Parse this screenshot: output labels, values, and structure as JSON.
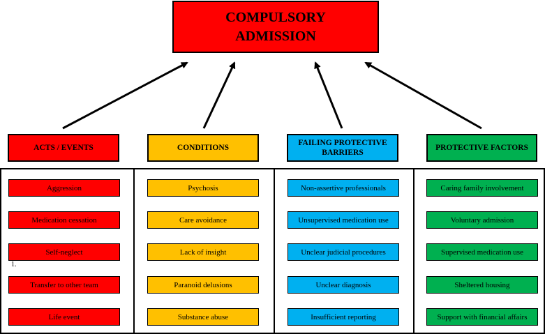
{
  "title": {
    "line1": "COMPULSORY",
    "line2": "ADMISSION"
  },
  "colors": {
    "red": "#ff0000",
    "amber": "#ffc000",
    "blue": "#00b0f0",
    "green": "#00b050"
  },
  "columns": [
    {
      "header": "ACTS / EVENTS",
      "color": "#ff0000",
      "items": [
        "Aggression",
        "Medication cessation",
        "Self-neglect",
        "Transfer to other team",
        "Life event"
      ]
    },
    {
      "header": "CONDITIONS",
      "color": "#ffc000",
      "items": [
        "Psychosis",
        "Care avoidance",
        "Lack of insight",
        "Paranoid delusions",
        "Substance abuse"
      ]
    },
    {
      "header": "FAILING PROTECTIVE BARRIERS",
      "color": "#00b0f0",
      "items": [
        "Non-assertive professionals",
        "Unsupervised medication use",
        "Unclear judicial procedures",
        "Unclear diagnosis",
        "Insufficient reporting"
      ]
    },
    {
      "header": "PROTECTIVE FACTORS",
      "color": "#00b050",
      "items": [
        "Caring family involvement",
        "Voluntary admission",
        "Supervised medication use",
        "Sheltered housing",
        "Support with financial affairs"
      ]
    }
  ],
  "note": "1."
}
